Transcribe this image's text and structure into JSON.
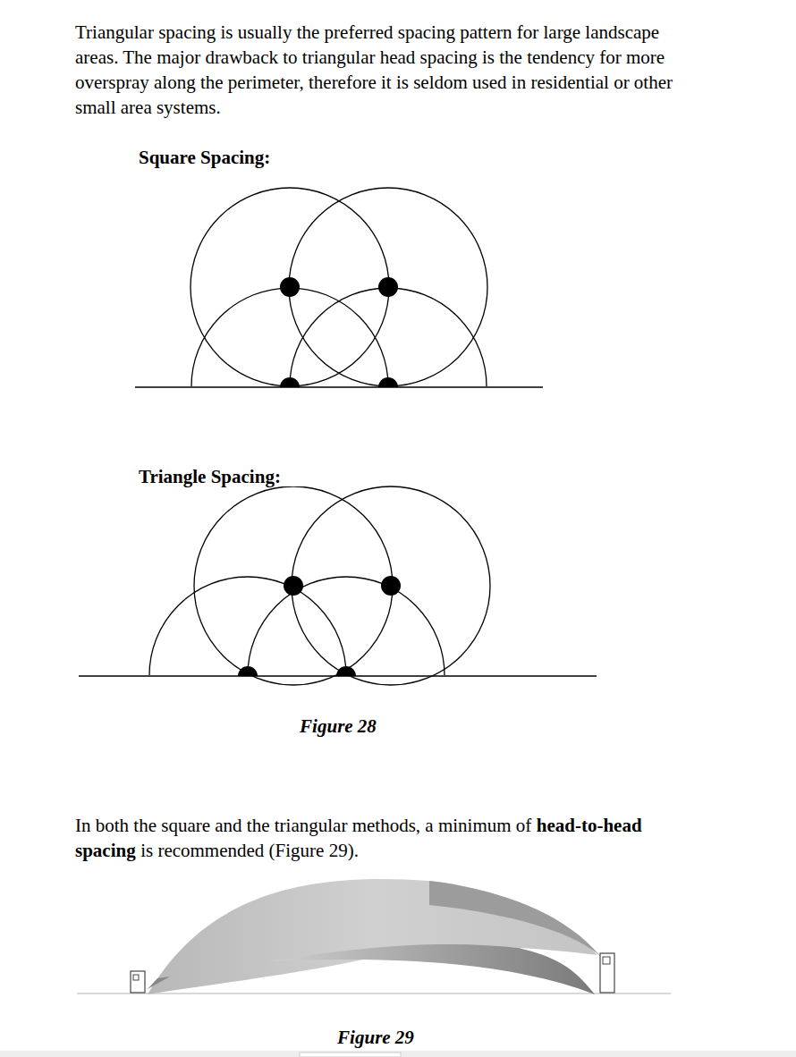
{
  "diagram": {
    "labels": [
      "Triangular spacing is usually the preferred spacing pattern for large landscape areas. The major drawback to triangular head spacing is the tendency for more overspray along the perimeter, therefore it is seldom used in residential or other small area systems.",
      "Square Spacing:",
      "Triangle Spacing:",
      "Figure 28",
      "In both the square and the triangular methods, a minimum of",
      "head-to-head spacing",
      "is recommended (Figure 29).",
      "Figure 29"
    ]
  }
}
